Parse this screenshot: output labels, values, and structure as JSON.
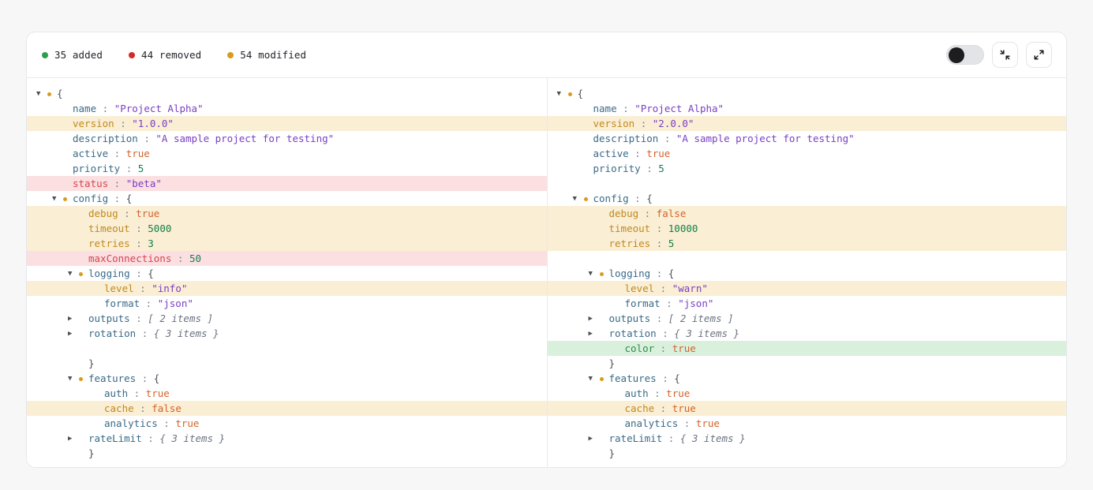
{
  "header": {
    "stats": [
      {
        "label": "35 added",
        "color": "#2e9e4f",
        "name": "stat-added"
      },
      {
        "label": "44 removed",
        "color": "#d62828",
        "name": "stat-removed"
      },
      {
        "label": "54 modified",
        "color": "#d99b1d",
        "name": "stat-modified"
      }
    ],
    "toggle": {
      "name": "side-by-side-toggle",
      "state": "off"
    },
    "buttons": [
      {
        "name": "collapse-all-button",
        "icon": "collapse-icon"
      },
      {
        "name": "expand-all-button",
        "icon": "expand-icon"
      }
    ]
  },
  "colors": {
    "added": "#2e9e4f",
    "removed": "#d62828",
    "modified": "#d99b1d",
    "row_added_bg": "#d9f0dd",
    "row_removed_bg": "#fbdfe1",
    "row_modified_bg": "#faeed4"
  },
  "left_pane": {
    "name": "json-pane-left",
    "rows": [
      {
        "indent": 0,
        "tw": "down",
        "bullet": true,
        "key": "",
        "colon": false,
        "value": "{",
        "vtype": "brace",
        "state": "none"
      },
      {
        "indent": 1,
        "tw": "",
        "bullet": false,
        "key": "name",
        "colon": true,
        "value": "\"Project Alpha\"",
        "vtype": "str",
        "state": "none"
      },
      {
        "indent": 1,
        "tw": "",
        "bullet": false,
        "key": "version",
        "colon": true,
        "value": "\"1.0.0\"",
        "vtype": "str",
        "state": "mod"
      },
      {
        "indent": 1,
        "tw": "",
        "bullet": false,
        "key": "description",
        "colon": true,
        "value": "\"A sample project for testing\"",
        "vtype": "str",
        "state": "none"
      },
      {
        "indent": 1,
        "tw": "",
        "bullet": false,
        "key": "active",
        "colon": true,
        "value": "true",
        "vtype": "bool",
        "state": "none"
      },
      {
        "indent": 1,
        "tw": "",
        "bullet": false,
        "key": "priority",
        "colon": true,
        "value": "5",
        "vtype": "num",
        "state": "none"
      },
      {
        "indent": 1,
        "tw": "",
        "bullet": false,
        "key": "status",
        "colon": true,
        "value": "\"beta\"",
        "vtype": "str",
        "state": "del"
      },
      {
        "indent": 1,
        "tw": "down",
        "bullet": true,
        "key": "config",
        "colon": true,
        "value": "{",
        "vtype": "brace",
        "state": "none"
      },
      {
        "indent": 2,
        "tw": "",
        "bullet": false,
        "key": "debug",
        "colon": true,
        "value": "true",
        "vtype": "bool",
        "state": "mod"
      },
      {
        "indent": 2,
        "tw": "",
        "bullet": false,
        "key": "timeout",
        "colon": true,
        "value": "5000",
        "vtype": "num",
        "state": "mod"
      },
      {
        "indent": 2,
        "tw": "",
        "bullet": false,
        "key": "retries",
        "colon": true,
        "value": "3",
        "vtype": "num",
        "state": "mod"
      },
      {
        "indent": 2,
        "tw": "",
        "bullet": false,
        "key": "maxConnections",
        "colon": true,
        "value": "50",
        "vtype": "num",
        "state": "del"
      },
      {
        "indent": 2,
        "tw": "down",
        "bullet": true,
        "key": "logging",
        "colon": true,
        "value": "{",
        "vtype": "brace",
        "state": "none"
      },
      {
        "indent": 3,
        "tw": "",
        "bullet": false,
        "key": "level",
        "colon": true,
        "value": "\"info\"",
        "vtype": "str",
        "state": "mod"
      },
      {
        "indent": 3,
        "tw": "",
        "bullet": false,
        "key": "format",
        "colon": true,
        "value": "\"json\"",
        "vtype": "str",
        "state": "none"
      },
      {
        "indent": 2,
        "tw": "right",
        "bullet": false,
        "key": "outputs",
        "colon": true,
        "value": "[ 2 items ]",
        "vtype": "meta",
        "state": "none"
      },
      {
        "indent": 2,
        "tw": "right",
        "bullet": false,
        "key": "rotation",
        "colon": true,
        "value": "{ 3 items }",
        "vtype": "meta",
        "state": "none"
      },
      {
        "indent": 3,
        "tw": "",
        "bullet": false,
        "key": "",
        "colon": false,
        "value": "",
        "vtype": "none",
        "state": "spacer"
      },
      {
        "indent": 2,
        "tw": "",
        "bullet": false,
        "key": "",
        "colon": false,
        "value": "}",
        "vtype": "brace",
        "state": "none"
      },
      {
        "indent": 2,
        "tw": "down",
        "bullet": true,
        "key": "features",
        "colon": true,
        "value": "{",
        "vtype": "brace",
        "state": "none"
      },
      {
        "indent": 3,
        "tw": "",
        "bullet": false,
        "key": "auth",
        "colon": true,
        "value": "true",
        "vtype": "bool",
        "state": "none"
      },
      {
        "indent": 3,
        "tw": "",
        "bullet": false,
        "key": "cache",
        "colon": true,
        "value": "false",
        "vtype": "bool",
        "state": "mod"
      },
      {
        "indent": 3,
        "tw": "",
        "bullet": false,
        "key": "analytics",
        "colon": true,
        "value": "true",
        "vtype": "bool",
        "state": "none"
      },
      {
        "indent": 2,
        "tw": "right",
        "bullet": false,
        "key": "rateLimit",
        "colon": true,
        "value": "{ 3 items }",
        "vtype": "meta",
        "state": "none"
      },
      {
        "indent": 2,
        "tw": "",
        "bullet": false,
        "key": "",
        "colon": false,
        "value": "}",
        "vtype": "brace",
        "state": "none"
      }
    ]
  },
  "right_pane": {
    "name": "json-pane-right",
    "rows": [
      {
        "indent": 0,
        "tw": "down",
        "bullet": true,
        "key": "",
        "colon": false,
        "value": "{",
        "vtype": "brace",
        "state": "none"
      },
      {
        "indent": 1,
        "tw": "",
        "bullet": false,
        "key": "name",
        "colon": true,
        "value": "\"Project Alpha\"",
        "vtype": "str",
        "state": "none"
      },
      {
        "indent": 1,
        "tw": "",
        "bullet": false,
        "key": "version",
        "colon": true,
        "value": "\"2.0.0\"",
        "vtype": "str",
        "state": "mod"
      },
      {
        "indent": 1,
        "tw": "",
        "bullet": false,
        "key": "description",
        "colon": true,
        "value": "\"A sample project for testing\"",
        "vtype": "str",
        "state": "none"
      },
      {
        "indent": 1,
        "tw": "",
        "bullet": false,
        "key": "active",
        "colon": true,
        "value": "true",
        "vtype": "bool",
        "state": "none"
      },
      {
        "indent": 1,
        "tw": "",
        "bullet": false,
        "key": "priority",
        "colon": true,
        "value": "5",
        "vtype": "num",
        "state": "none"
      },
      {
        "indent": 1,
        "tw": "",
        "bullet": false,
        "key": "",
        "colon": false,
        "value": "",
        "vtype": "none",
        "state": "spacer"
      },
      {
        "indent": 1,
        "tw": "down",
        "bullet": true,
        "key": "config",
        "colon": true,
        "value": "{",
        "vtype": "brace",
        "state": "none"
      },
      {
        "indent": 2,
        "tw": "",
        "bullet": false,
        "key": "debug",
        "colon": true,
        "value": "false",
        "vtype": "bool",
        "state": "mod"
      },
      {
        "indent": 2,
        "tw": "",
        "bullet": false,
        "key": "timeout",
        "colon": true,
        "value": "10000",
        "vtype": "num",
        "state": "mod"
      },
      {
        "indent": 2,
        "tw": "",
        "bullet": false,
        "key": "retries",
        "colon": true,
        "value": "5",
        "vtype": "num",
        "state": "mod"
      },
      {
        "indent": 2,
        "tw": "",
        "bullet": false,
        "key": "",
        "colon": false,
        "value": "",
        "vtype": "none",
        "state": "spacer"
      },
      {
        "indent": 2,
        "tw": "down",
        "bullet": true,
        "key": "logging",
        "colon": true,
        "value": "{",
        "vtype": "brace",
        "state": "none"
      },
      {
        "indent": 3,
        "tw": "",
        "bullet": false,
        "key": "level",
        "colon": true,
        "value": "\"warn\"",
        "vtype": "str",
        "state": "mod"
      },
      {
        "indent": 3,
        "tw": "",
        "bullet": false,
        "key": "format",
        "colon": true,
        "value": "\"json\"",
        "vtype": "str",
        "state": "none"
      },
      {
        "indent": 2,
        "tw": "right",
        "bullet": false,
        "key": "outputs",
        "colon": true,
        "value": "[ 2 items ]",
        "vtype": "meta",
        "state": "none"
      },
      {
        "indent": 2,
        "tw": "right",
        "bullet": false,
        "key": "rotation",
        "colon": true,
        "value": "{ 3 items }",
        "vtype": "meta",
        "state": "none"
      },
      {
        "indent": 3,
        "tw": "",
        "bullet": false,
        "key": "color",
        "colon": true,
        "value": "true",
        "vtype": "bool",
        "state": "add"
      },
      {
        "indent": 2,
        "tw": "",
        "bullet": false,
        "key": "",
        "colon": false,
        "value": "}",
        "vtype": "brace",
        "state": "none"
      },
      {
        "indent": 2,
        "tw": "down",
        "bullet": true,
        "key": "features",
        "colon": true,
        "value": "{",
        "vtype": "brace",
        "state": "none"
      },
      {
        "indent": 3,
        "tw": "",
        "bullet": false,
        "key": "auth",
        "colon": true,
        "value": "true",
        "vtype": "bool",
        "state": "none"
      },
      {
        "indent": 3,
        "tw": "",
        "bullet": false,
        "key": "cache",
        "colon": true,
        "value": "true",
        "vtype": "bool",
        "state": "mod"
      },
      {
        "indent": 3,
        "tw": "",
        "bullet": false,
        "key": "analytics",
        "colon": true,
        "value": "true",
        "vtype": "bool",
        "state": "none"
      },
      {
        "indent": 2,
        "tw": "right",
        "bullet": false,
        "key": "rateLimit",
        "colon": true,
        "value": "{ 3 items }",
        "vtype": "meta",
        "state": "none"
      },
      {
        "indent": 2,
        "tw": "",
        "bullet": false,
        "key": "",
        "colon": false,
        "value": "}",
        "vtype": "brace",
        "state": "none"
      }
    ]
  }
}
